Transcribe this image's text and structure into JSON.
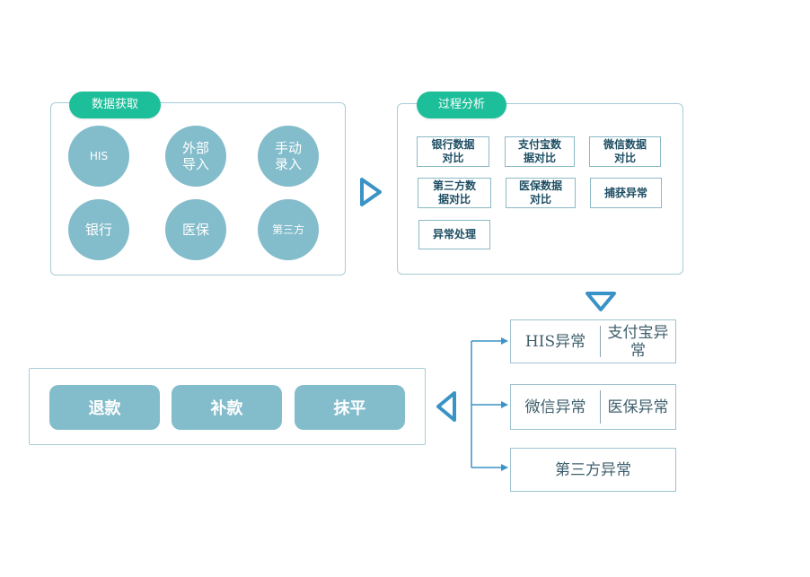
{
  "data_acquisition": {
    "title": "数据获取",
    "sources": [
      "HIS",
      "外部\n导入",
      "手动\n录入",
      "银行",
      "医保",
      "第三方"
    ]
  },
  "process_analysis": {
    "title": "过程分析",
    "steps": [
      "银行数据\n对比",
      "支付宝数\n据对比",
      "微信数据\n对比",
      "第三方数\n据对比",
      "医保数据\n对比",
      "捕获异常",
      "异常处理"
    ]
  },
  "anomalies": {
    "his": "HIS异常",
    "alipay": "支付宝异\n常",
    "wechat": "微信异常",
    "medical_insurance": "医保异常",
    "third_party": "第三方异常"
  },
  "actions": [
    "退款",
    "补款",
    "抹平"
  ],
  "colors": {
    "accent_green": "#1dbf9a",
    "circle_fill": "#83bccb",
    "arrow": "#3a93c6",
    "border": "#a8ccd6"
  }
}
